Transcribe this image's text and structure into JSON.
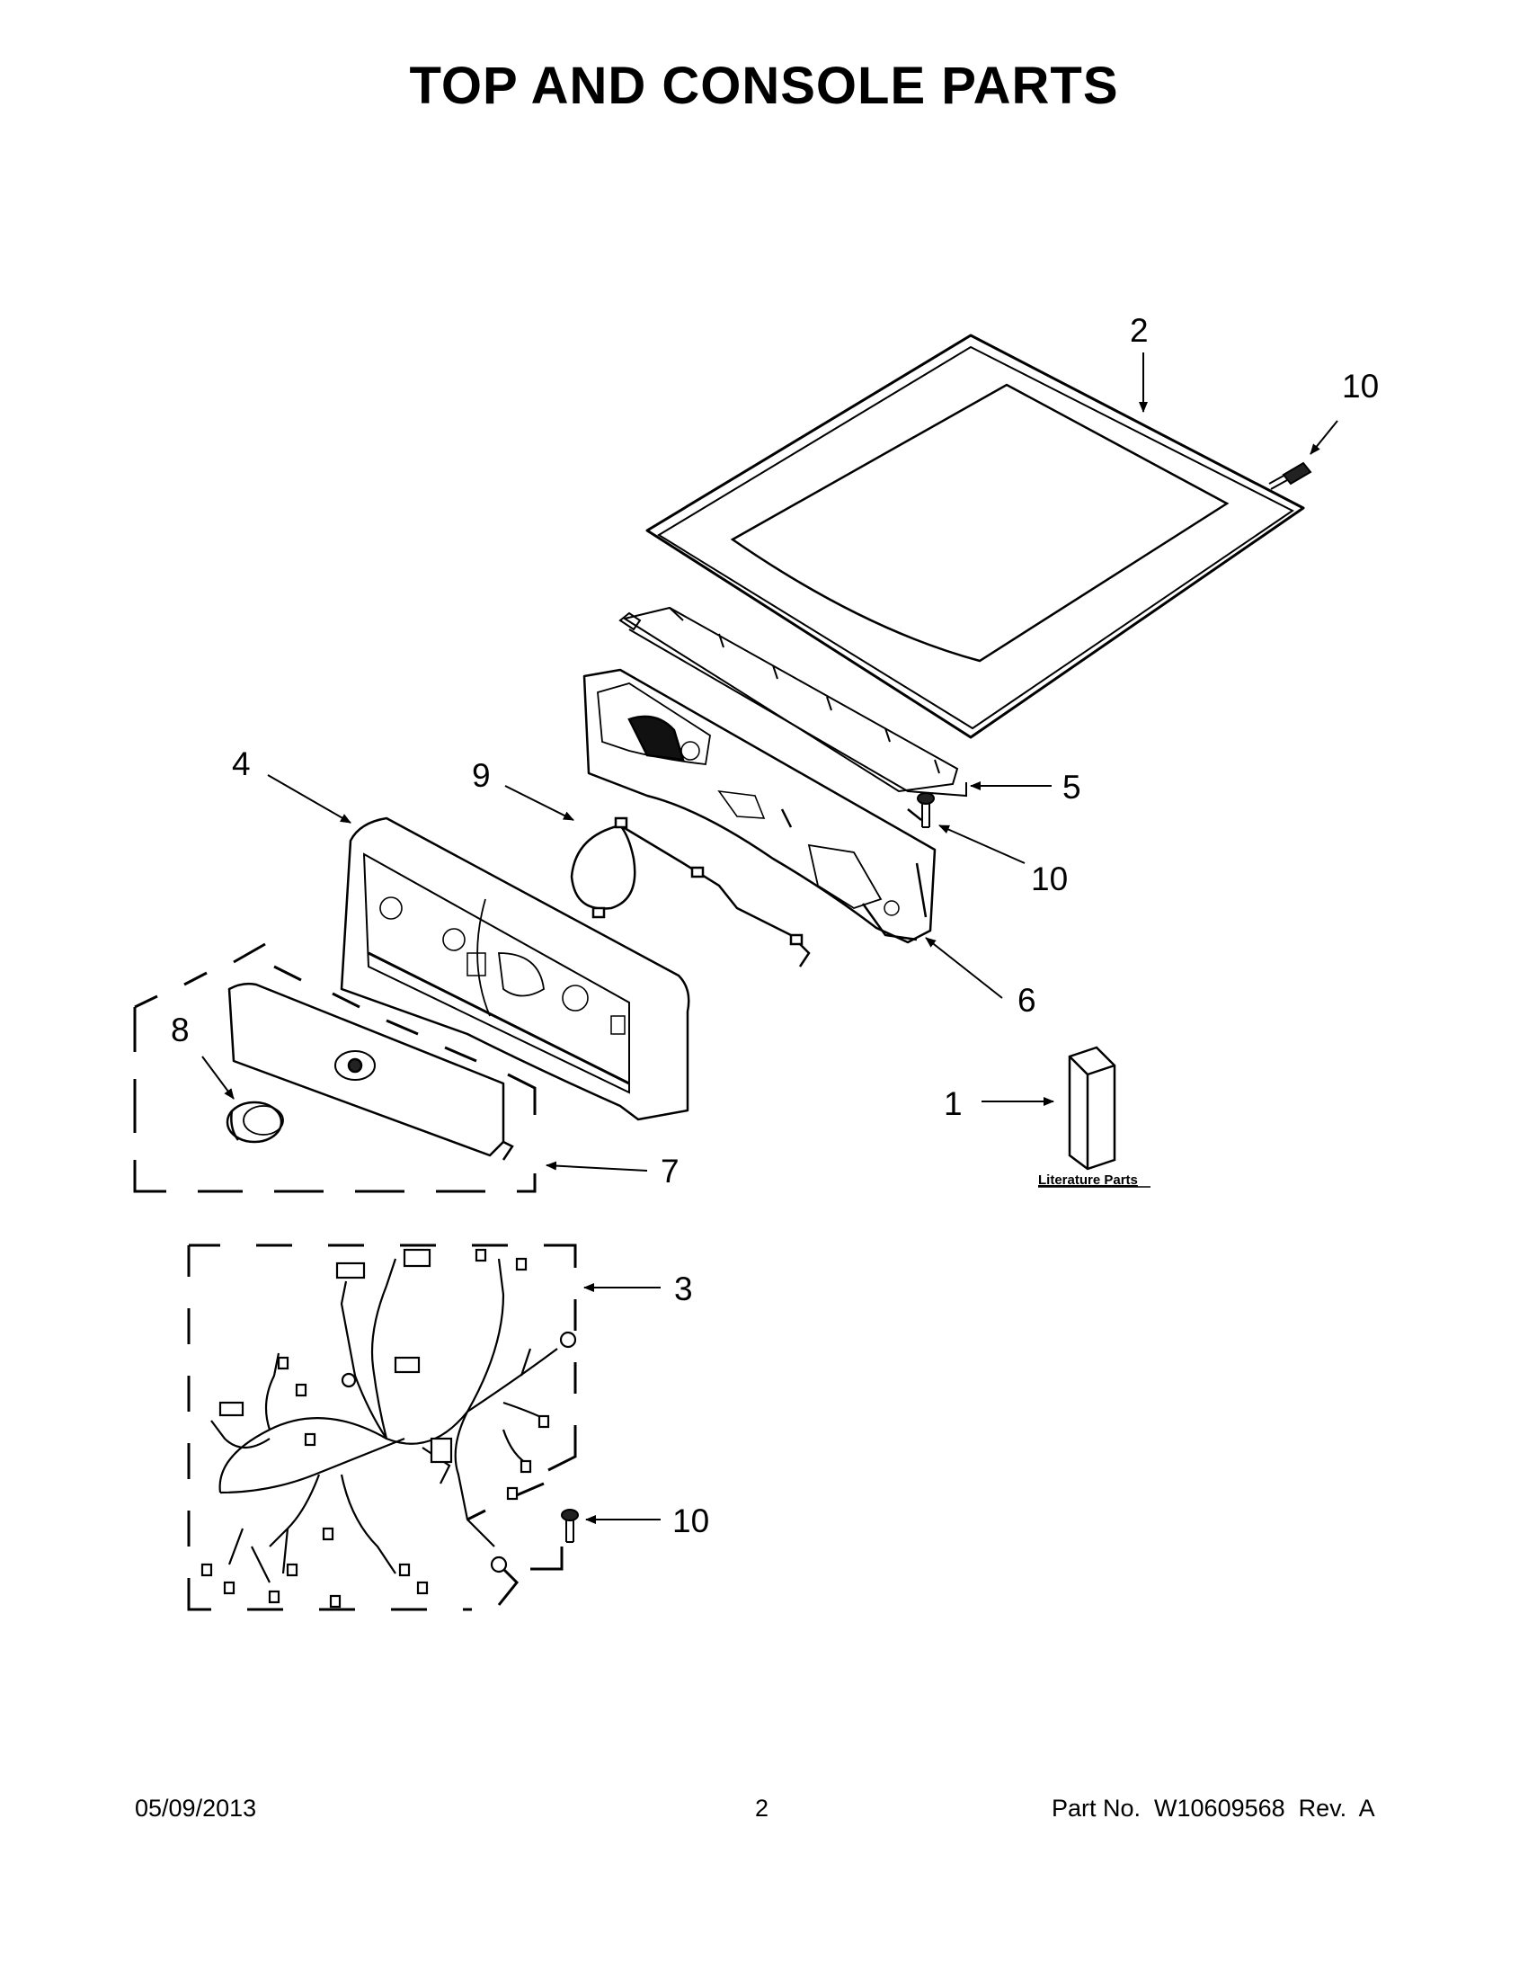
{
  "title": "TOP AND CONSOLE PARTS",
  "footer": {
    "date": "05/09/2013",
    "page": "2",
    "part_no": "Part No.  W10609568  Rev.  A"
  },
  "callouts": {
    "c2": "2",
    "c10a": "10",
    "c4": "4",
    "c9": "9",
    "c5": "5",
    "c10b": "10",
    "c6": "6",
    "c8": "8",
    "c1": "1",
    "c7": "7",
    "c3": "3",
    "c10c": "10"
  },
  "literature_label": "Literature Parts"
}
